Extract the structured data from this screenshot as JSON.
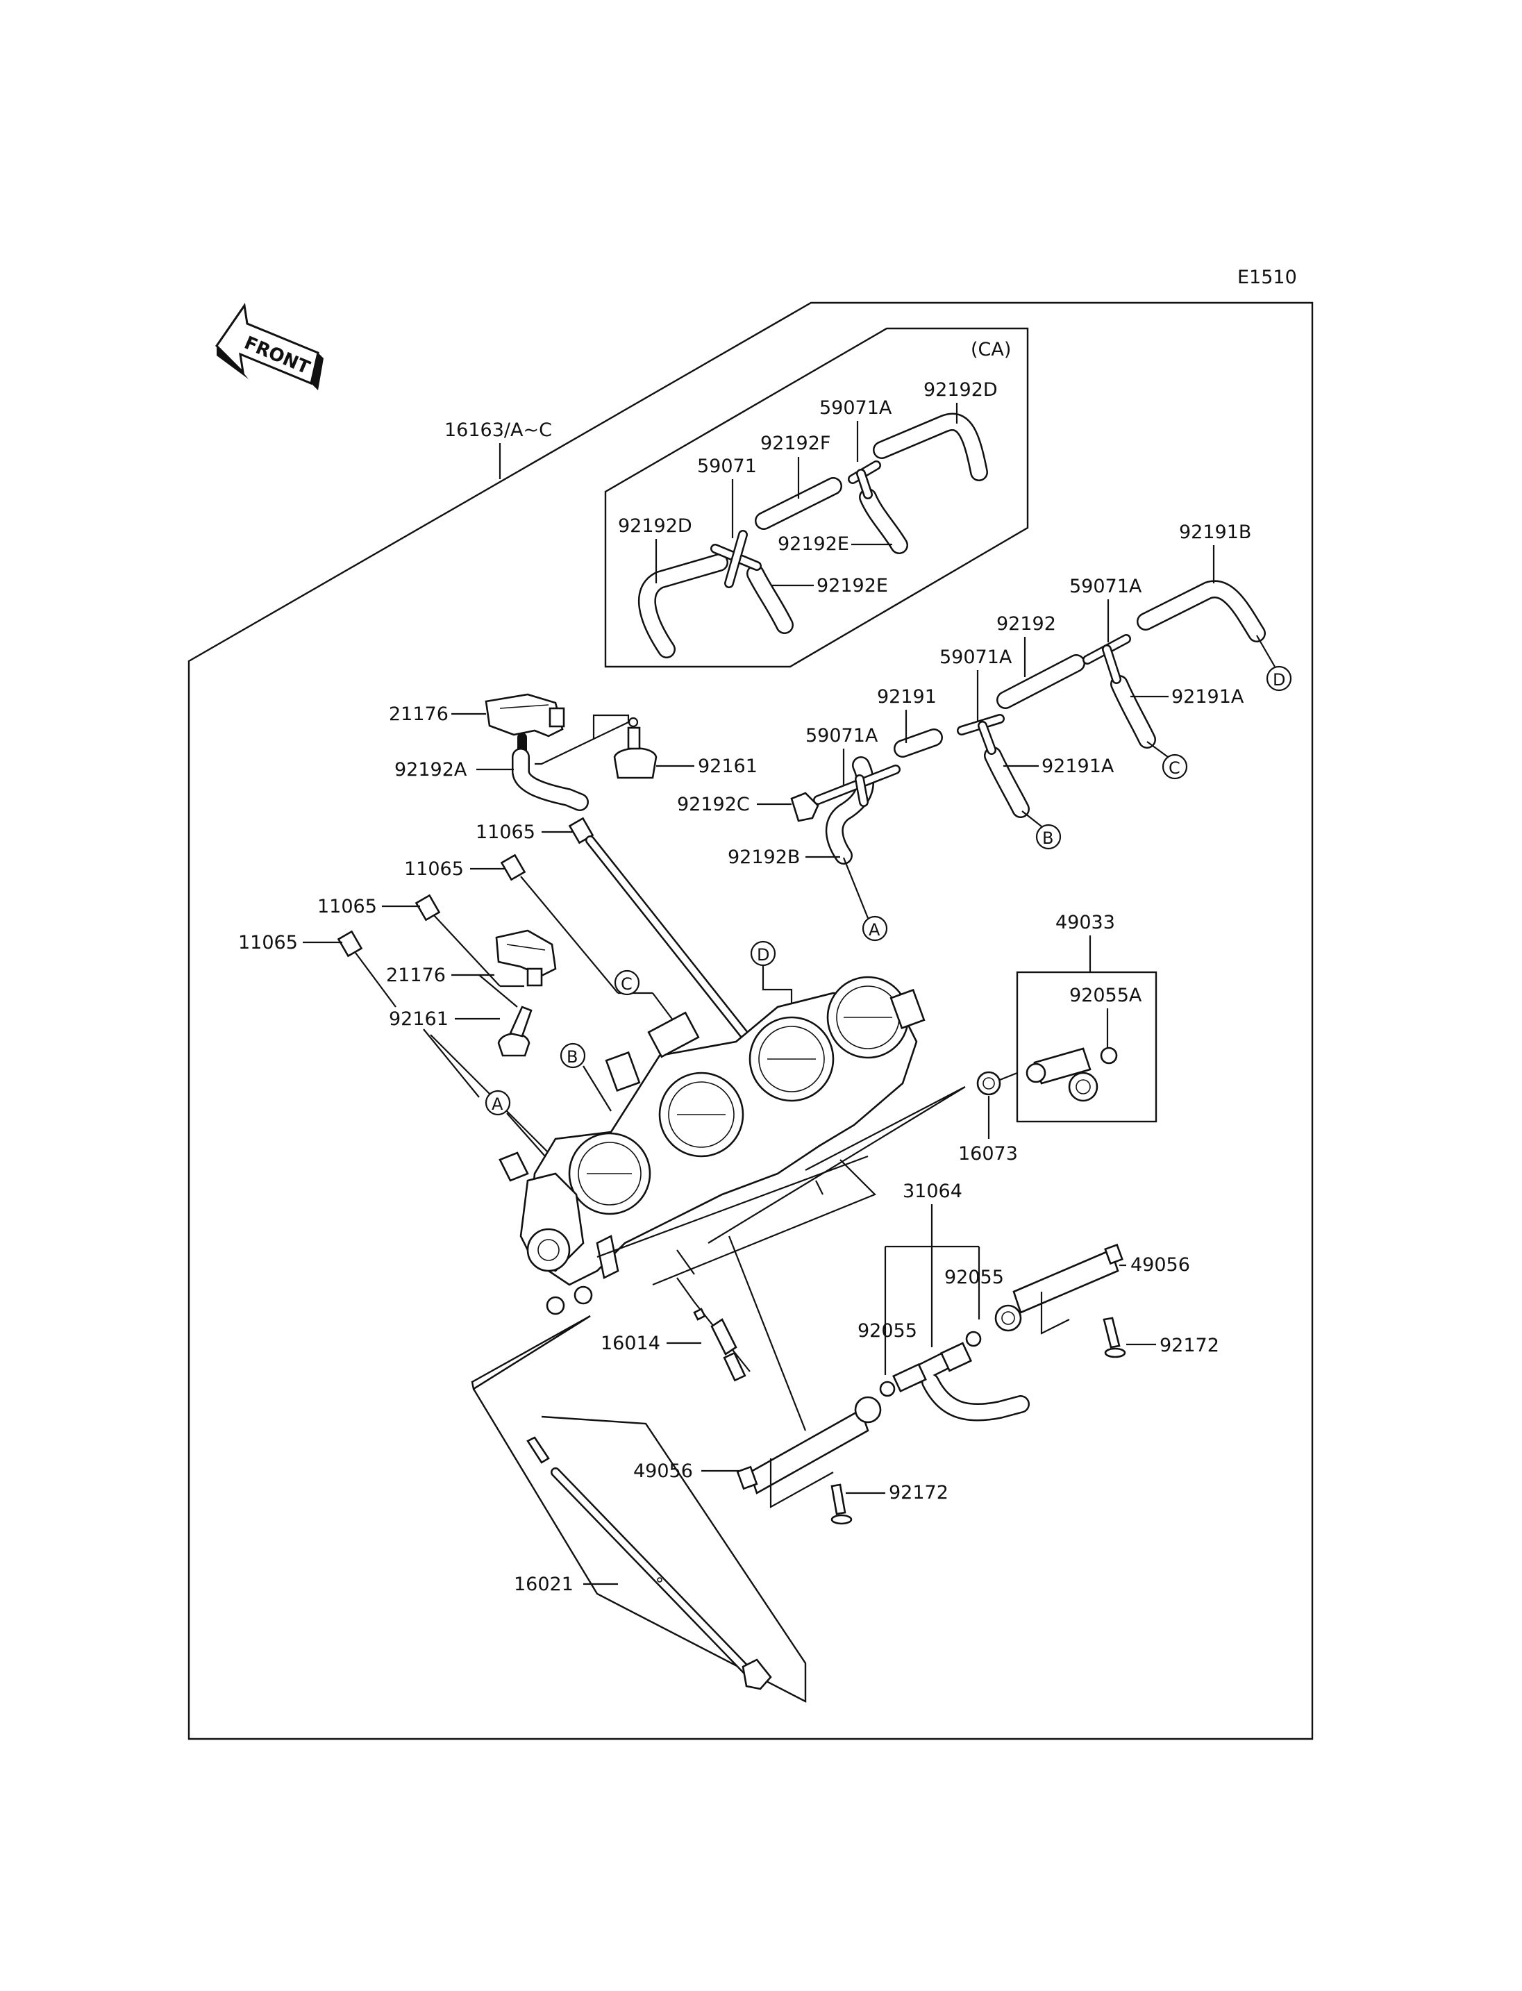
{
  "diagram_code": "E1510",
  "front_label": "FRONT",
  "subassembly_label": "(CA)",
  "part_labels": {
    "p16163": "16163/A~C",
    "p59071A_ca": "59071A",
    "p92192D_ca_top": "92192D",
    "p92192F": "92192F",
    "p59071": "59071",
    "p92192D_ca_left": "92192D",
    "p92192E_a": "92192E",
    "p92192E_b": "92192E",
    "p92191B": "92191B",
    "p59071A_1": "59071A",
    "p92192": "92192",
    "p59071A_2": "59071A",
    "p92191A_1": "92191A",
    "p92191": "92191",
    "p59071A_3": "59071A",
    "p92191A_2": "92191A",
    "p92192C": "92192C",
    "p92192B": "92192B",
    "p21176_top": "21176",
    "p92192A": "92192A",
    "p92161_top": "92161",
    "p11065_1": "11065",
    "p11065_2": "11065",
    "p11065_3": "11065",
    "p11065_4": "11065",
    "p21176_mid": "21176",
    "p92161_mid": "92161",
    "p49033": "49033",
    "p92055A": "92055A",
    "p16073": "16073",
    "p31064": "31064",
    "p92055_a": "92055",
    "p92055_b": "92055",
    "p49056_right": "49056",
    "p92172_right": "92172",
    "p16014": "16014",
    "p49056_left": "49056",
    "p92172_left": "92172",
    "p16021": "16021"
  },
  "callouts": {
    "A": "A",
    "B": "B",
    "C": "C",
    "D": "D"
  }
}
